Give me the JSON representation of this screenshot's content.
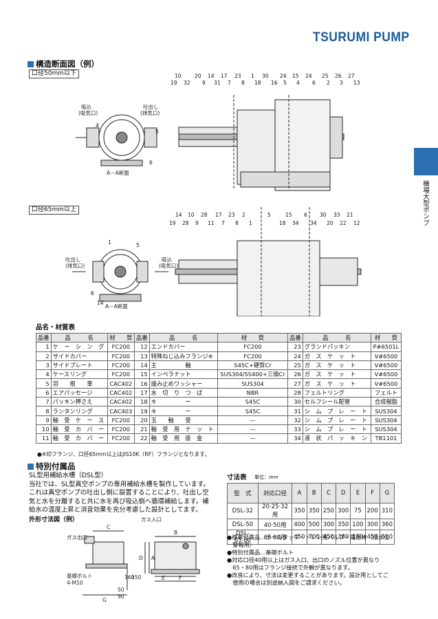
{
  "brand": "TSURUMI PUMP",
  "side_tab": "機場大型ポンプ",
  "section1": {
    "title": "構造断面図（例）",
    "label_small": "口径50mm以下",
    "label_large": "口径65mm以上",
    "a_label": "A",
    "section_caption": "A－A断面",
    "suction": "吸込\n(吸気口)",
    "discharge": "吐出し\n(排気口)",
    "suction2": "吸込\n(吸気口)",
    "discharge2": "吐出し\n(排気口)"
  },
  "upper_numbers_top": [
    "10",
    "20",
    "14",
    "17",
    "23",
    "1",
    "30",
    "24",
    "15",
    "24",
    "25",
    "26",
    "27"
  ],
  "upper_numbers_bottom": [
    "19",
    "32",
    "9",
    "31",
    "7",
    "8",
    "18",
    "16",
    "5",
    "4",
    "6",
    "2",
    "3",
    "13"
  ],
  "upper_small_numbers": [
    "4",
    "5",
    "6"
  ],
  "lower_numbers_top": [
    "14",
    "10",
    "28",
    "17",
    "23",
    "2",
    "5",
    "15",
    "6",
    "30",
    "33",
    "21"
  ],
  "lower_numbers_bottom": [
    "19",
    "28",
    "9",
    "11",
    "7",
    "8",
    "1",
    "18",
    "34",
    "34",
    "20",
    "22",
    "12"
  ],
  "lower_small_numbers": [
    "1",
    "5",
    "6",
    "14"
  ],
  "materials": {
    "title": "品名・材質表",
    "headers": [
      "品番",
      "品　　　名",
      "材　　質"
    ],
    "rows": [
      [
        [
          "1",
          "ケ　ー　シ　ン　グ",
          "FC200"
        ],
        [
          "12",
          "エンドカバー",
          "FC200"
        ],
        [
          "23",
          "グランドパッキン",
          "P#6501L"
        ]
      ],
      [
        [
          "2",
          "サイドカバー",
          "FC200"
        ],
        [
          "13",
          "特殊ねじ込みフランジ※",
          "FC200"
        ],
        [
          "24",
          "ガ　ス　ケ　ッ　ト",
          "V#6500"
        ]
      ],
      [
        [
          "3",
          "サイドプレート",
          "FC200"
        ],
        [
          "14",
          "主　　　　　軸",
          "S45C+硬質Cr"
        ],
        [
          "25",
          "ガ　ス　ケ　ッ　ト",
          "V#6500"
        ]
      ],
      [
        [
          "4",
          "ケースリング",
          "FC200"
        ],
        [
          "15",
          "インペラナット",
          "SUS304/SS400+三価Cr"
        ],
        [
          "26",
          "ガ　ス　ケ　ッ　ト",
          "V#6500"
        ]
      ],
      [
        [
          "5",
          "羽　　根　　車",
          "CAC402"
        ],
        [
          "16",
          "緩み止めワッシャー",
          "SUS304"
        ],
        [
          "27",
          "ガ　ス　ケ　ッ　ト",
          "V#6500"
        ]
      ],
      [
        [
          "6",
          "エアパッセージ",
          "CAC402"
        ],
        [
          "17",
          "水　切　り　つ　ば",
          "NBR"
        ],
        [
          "28",
          "フェルトリング",
          "フェルト"
        ]
      ],
      [
        [
          "7",
          "パッキン押さえ",
          "CAC402"
        ],
        [
          "18",
          "キ　　　　　ー",
          "S45C"
        ],
        [
          "30",
          "セルフシール配管",
          "合成樹脂"
        ]
      ],
      [
        [
          "8",
          "ランタンリング",
          "CAC403"
        ],
        [
          "19",
          "キ　　　　　ー",
          "S45C"
        ],
        [
          "31",
          "シ　ム　プ　レ　ー　ト",
          "SUS304"
        ]
      ],
      [
        [
          "9",
          "軸　受　ケ　ー　ス",
          "FC200"
        ],
        [
          "20",
          "玉　　軸　　受",
          "—"
        ],
        [
          "32",
          "シ　ム　プ　レ　ー　ト",
          "SUS304"
        ]
      ],
      [
        [
          "10",
          "軸　受　カ　バ　ー",
          "FC200"
        ],
        [
          "21",
          "軸　受　用　ナ　ッ　ト",
          "—"
        ],
        [
          "33",
          "シ　ム　プ　レ　ー　ト",
          "SUS304"
        ]
      ],
      [
        [
          "11",
          "軸　受　カ　バ　ー",
          "FC200"
        ],
        [
          "22",
          "軸　受　用　座　金",
          "—"
        ],
        [
          "34",
          "液　状　パ　ッ　キ　ン",
          "TB1101"
        ]
      ]
    ],
    "footnote": "●※印フランジ、口径65mm以上はJIS10K（RF）フランジとなります。"
  },
  "section2": {
    "title": "特別付属品",
    "subtitle": "SL型用補給水槽（DSL型）",
    "paragraph": [
      "当社では、SL型真空ポンプの専用補給水槽を製作しています。",
      "これは真空ポンプの吐出し側に設置することにより、吐出し空",
      "気と水を分離すると共に水を再び吸込側へ循環補給します。補",
      "給水の温度上昇と消音効果を充分考慮した設計としてます。"
    ],
    "outline_title": "外形寸法図（例）",
    "labels": {
      "gas_inlet": "ガス入口",
      "gas_outlet": "ガス出口",
      "foundation_bolt": "基礎ボルト",
      "bolt_size": "4-M10",
      "B": "B",
      "C": "C",
      "D": "D",
      "A": "A",
      "E": "E",
      "F": "F",
      "G": "G",
      "d160": "160",
      "d150": "150",
      "d50": "50",
      "d90": "90"
    }
  },
  "dimensions": {
    "title": "寸法表",
    "unit": "単位：mm",
    "headers": [
      "型　式",
      "対応口径",
      "A",
      "B",
      "C",
      "D",
      "E",
      "F",
      "G"
    ],
    "rows": [
      [
        "DSL-32",
        "20·25·32用",
        "350",
        "350",
        "250",
        "300",
        "75",
        "200",
        "310"
      ],
      [
        "DSL-50",
        "40·50用",
        "400",
        "500",
        "300",
        "350",
        "100",
        "300",
        "360"
      ],
      [
        "DSL-65·80",
        "65·80用",
        "450",
        "700",
        "450",
        "380",
        "150",
        "450",
        "510"
      ]
    ]
  },
  "notes": [
    "●標準付属品…ボールタップ・ドレン用バルブ・電極棒（低水位",
    "　警報用）",
    "●特別付属品…基礎ボルト",
    "●対応口径40用以上はガス入口、出口のノズル位置が異なり",
    "　65・80用はフランジ接続で外観が異なります。",
    "●改良により、寸法は変更することがあります。設計用としてご",
    "　使用の場合は別途納入図をご請求ください。"
  ]
}
